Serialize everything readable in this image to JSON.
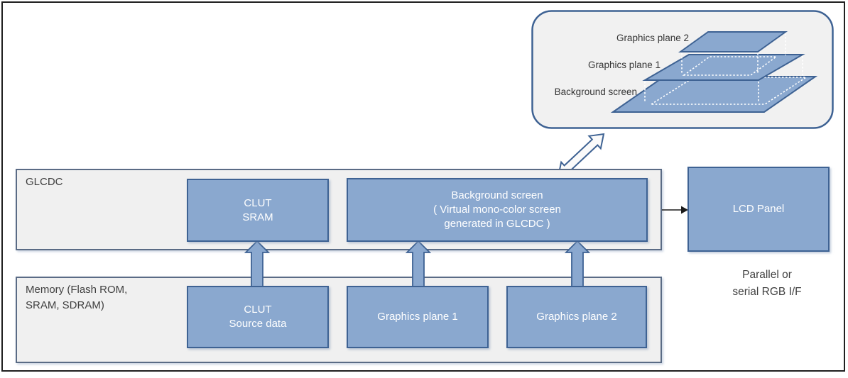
{
  "colors": {
    "plane_fill": "#8AA8CF",
    "plane_border": "#3E6293",
    "container_fill": "#F0F0F0",
    "container_border": "#5A6B85",
    "frame_border": "#1F1F1F",
    "text_dark": "#3F3F3F",
    "text_light": "#FFFFFF"
  },
  "overlay": {
    "plane2_label": "Graphics plane 2",
    "plane1_label": "Graphics plane 1",
    "background_label": "Background screen"
  },
  "glcdc": {
    "label": "GLCDC",
    "clut_sram": "CLUT\nSRAM",
    "background_screen": "Background screen\n( Virtual mono-color screen\ngenerated in GLCDC )"
  },
  "memory": {
    "label": "Memory (Flash ROM,\nSRAM, SDRAM)",
    "clut_source": "CLUT\nSource data",
    "graphics_plane1": "Graphics plane 1",
    "graphics_plane2": "Graphics plane 2"
  },
  "lcd": {
    "label": "LCD Panel",
    "interface": "Parallel or\nserial RGB I/F"
  }
}
